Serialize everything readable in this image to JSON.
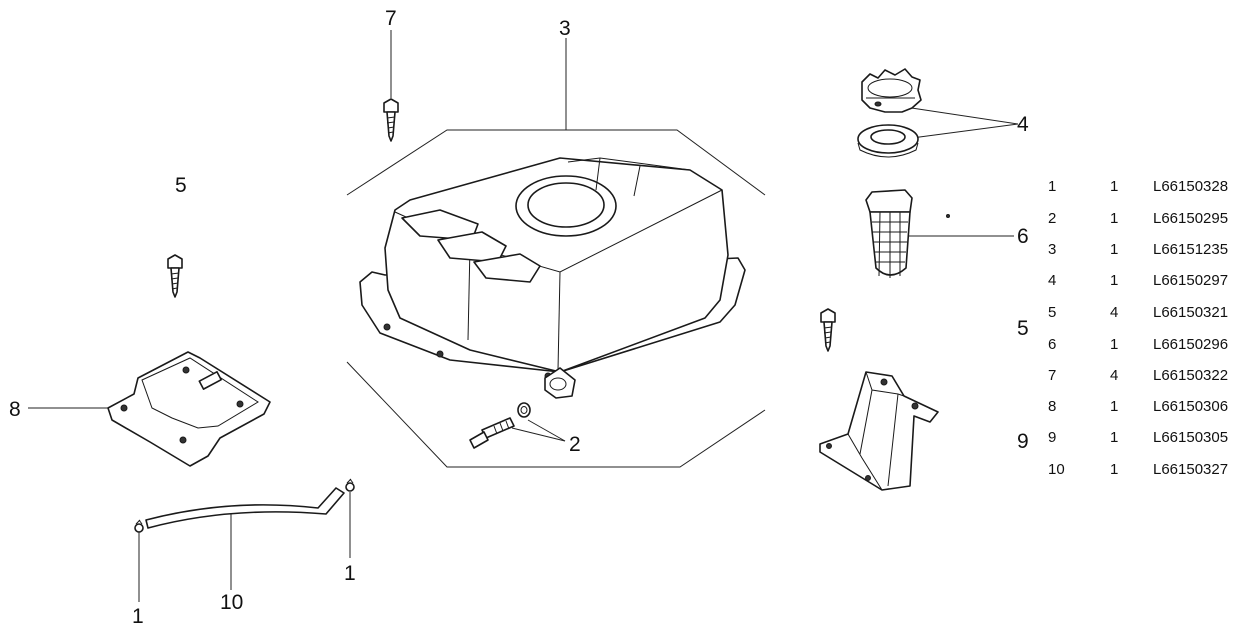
{
  "callouts": {
    "c1a": "1",
    "c1b": "1",
    "c2": "2",
    "c3": "3",
    "c4": "4",
    "c5a": "5",
    "c5b": "5",
    "c6": "6",
    "c7": "7",
    "c8": "8",
    "c9": "9",
    "c10": "10"
  },
  "parts_table": [
    {
      "ref": "1",
      "qty": "1",
      "part_no": "L66150328"
    },
    {
      "ref": "2",
      "qty": "1",
      "part_no": "L66150295"
    },
    {
      "ref": "3",
      "qty": "1",
      "part_no": "L66151235"
    },
    {
      "ref": "4",
      "qty": "1",
      "part_no": "L66150297"
    },
    {
      "ref": "5",
      "qty": "4",
      "part_no": "L66150321"
    },
    {
      "ref": "6",
      "qty": "1",
      "part_no": "L66150296"
    },
    {
      "ref": "7",
      "qty": "4",
      "part_no": "L66150322"
    },
    {
      "ref": "8",
      "qty": "1",
      "part_no": "L66150306"
    },
    {
      "ref": "9",
      "qty": "1",
      "part_no": "L66150305"
    },
    {
      "ref": "10",
      "qty": "1",
      "part_no": "L66150327"
    }
  ]
}
